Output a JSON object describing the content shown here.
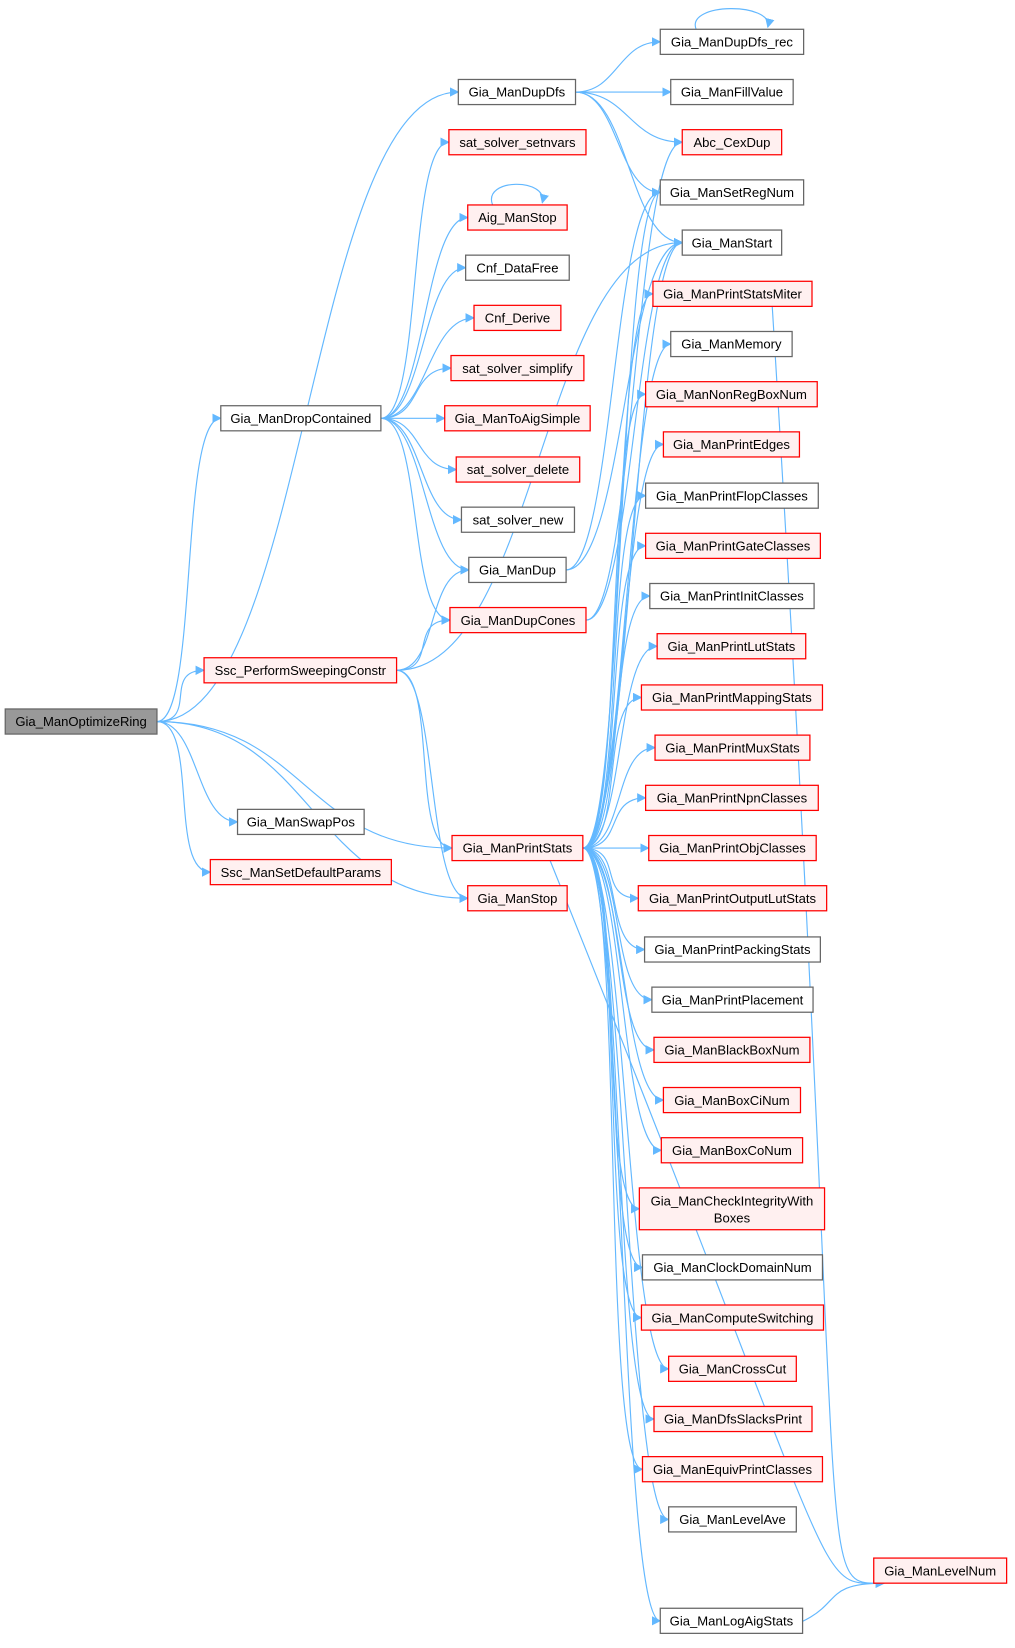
{
  "colors": {
    "edge": "#63b8ff",
    "root_fill": "#999999",
    "root_border": "#666666",
    "normal_fill": "#ffffff",
    "normal_border": "#666666",
    "truncated_fill": "#fff0f0",
    "truncated_border": "#ff0000"
  },
  "nodes": [
    {
      "id": "optimizeRing",
      "label": "Gia_ManOptimizeRing",
      "style": "root"
    },
    {
      "id": "dupDfs",
      "label": "Gia_ManDupDfs",
      "style": "normal"
    },
    {
      "id": "dupDfsRec",
      "label": "Gia_ManDupDfs_rec",
      "style": "normal"
    },
    {
      "id": "fillValue",
      "label": "Gia_ManFillValue",
      "style": "normal"
    },
    {
      "id": "cexDup",
      "label": "Abc_CexDup",
      "style": "truncated"
    },
    {
      "id": "setRegNum",
      "label": "Gia_ManSetRegNum",
      "style": "normal"
    },
    {
      "id": "manStart",
      "label": "Gia_ManStart",
      "style": "normal"
    },
    {
      "id": "printStatsMiter",
      "label": "Gia_ManPrintStatsMiter",
      "style": "truncated"
    },
    {
      "id": "memory",
      "label": "Gia_ManMemory",
      "style": "normal"
    },
    {
      "id": "nonRegBoxNum",
      "label": "Gia_ManNonRegBoxNum",
      "style": "truncated"
    },
    {
      "id": "printEdges",
      "label": "Gia_ManPrintEdges",
      "style": "truncated"
    },
    {
      "id": "printFlopClasses",
      "label": "Gia_ManPrintFlopClasses",
      "style": "normal"
    },
    {
      "id": "printGateClasses",
      "label": "Gia_ManPrintGateClasses",
      "style": "truncated"
    },
    {
      "id": "printInitClasses",
      "label": "Gia_ManPrintInitClasses",
      "style": "normal"
    },
    {
      "id": "printLutStats",
      "label": "Gia_ManPrintLutStats",
      "style": "truncated"
    },
    {
      "id": "printMappingStats",
      "label": "Gia_ManPrintMappingStats",
      "style": "truncated"
    },
    {
      "id": "printMuxStats",
      "label": "Gia_ManPrintMuxStats",
      "style": "truncated"
    },
    {
      "id": "printNpnClasses",
      "label": "Gia_ManPrintNpnClasses",
      "style": "truncated"
    },
    {
      "id": "printObjClasses",
      "label": "Gia_ManPrintObjClasses",
      "style": "truncated"
    },
    {
      "id": "printOutputLutStats",
      "label": "Gia_ManPrintOutputLutStats",
      "style": "truncated"
    },
    {
      "id": "printPackingStats",
      "label": "Gia_ManPrintPackingStats",
      "style": "normal"
    },
    {
      "id": "printPlacement",
      "label": "Gia_ManPrintPlacement",
      "style": "normal"
    },
    {
      "id": "blackBoxNum",
      "label": "Gia_ManBlackBoxNum",
      "style": "truncated"
    },
    {
      "id": "boxCiNum",
      "label": "Gia_ManBoxCiNum",
      "style": "truncated"
    },
    {
      "id": "boxCoNum",
      "label": "Gia_ManBoxCoNum",
      "style": "truncated"
    },
    {
      "id": "checkIntegrity",
      "label": "Gia_ManCheckIntegrityWithBoxes",
      "style": "truncated"
    },
    {
      "id": "clockDomainNum",
      "label": "Gia_ManClockDomainNum",
      "style": "normal"
    },
    {
      "id": "computeSwitching",
      "label": "Gia_ManComputeSwitching",
      "style": "truncated"
    },
    {
      "id": "crossCut",
      "label": "Gia_ManCrossCut",
      "style": "truncated"
    },
    {
      "id": "dfsSlacksPrint",
      "label": "Gia_ManDfsSlacksPrint",
      "style": "truncated"
    },
    {
      "id": "equivPrintClasses",
      "label": "Gia_ManEquivPrintClasses",
      "style": "truncated"
    },
    {
      "id": "levelAve",
      "label": "Gia_ManLevelAve",
      "style": "normal"
    },
    {
      "id": "levelNum",
      "label": "Gia_ManLevelNum",
      "style": "truncated"
    },
    {
      "id": "logAigStats",
      "label": "Gia_ManLogAigStats",
      "style": "normal"
    },
    {
      "id": "satSetnvars",
      "label": "sat_solver_setnvars",
      "style": "truncated"
    },
    {
      "id": "aigManStop",
      "label": "Aig_ManStop",
      "style": "truncated"
    },
    {
      "id": "cnfDataFree",
      "label": "Cnf_DataFree",
      "style": "normal"
    },
    {
      "id": "cnfDerive",
      "label": "Cnf_Derive",
      "style": "truncated"
    },
    {
      "id": "satSimplify",
      "label": "sat_solver_simplify",
      "style": "truncated"
    },
    {
      "id": "toAigSimple",
      "label": "Gia_ManToAigSimple",
      "style": "truncated"
    },
    {
      "id": "satDelete",
      "label": "sat_solver_delete",
      "style": "truncated"
    },
    {
      "id": "satNew",
      "label": "sat_solver_new",
      "style": "normal"
    },
    {
      "id": "manDup",
      "label": "Gia_ManDup",
      "style": "normal"
    },
    {
      "id": "dupCones",
      "label": "Gia_ManDupCones",
      "style": "truncated"
    },
    {
      "id": "printStats",
      "label": "Gia_ManPrintStats",
      "style": "truncated"
    },
    {
      "id": "manStop",
      "label": "Gia_ManStop",
      "style": "truncated"
    },
    {
      "id": "dropContained",
      "label": "Gia_ManDropContained",
      "style": "normal"
    },
    {
      "id": "sscPerform",
      "label": "Ssc_PerformSweepingConstr",
      "style": "truncated"
    },
    {
      "id": "swapPos",
      "label": "Gia_ManSwapPos",
      "style": "normal"
    },
    {
      "id": "sscDefault",
      "label": "Ssc_ManSetDefaultParams",
      "style": "truncated"
    }
  ],
  "edges": [
    [
      "optimizeRing",
      "dupDfs"
    ],
    [
      "optimizeRing",
      "dropContained"
    ],
    [
      "optimizeRing",
      "sscPerform"
    ],
    [
      "optimizeRing",
      "printStats"
    ],
    [
      "optimizeRing",
      "swapPos"
    ],
    [
      "optimizeRing",
      "sscDefault"
    ],
    [
      "optimizeRing",
      "manStop"
    ],
    [
      "dupDfs",
      "dupDfsRec"
    ],
    [
      "dupDfs",
      "fillValue"
    ],
    [
      "dupDfs",
      "cexDup"
    ],
    [
      "dupDfs",
      "setRegNum"
    ],
    [
      "dupDfs",
      "manStart"
    ],
    [
      "dupDfsRec",
      "dupDfsRec"
    ],
    [
      "aigManStop",
      "aigManStop"
    ],
    [
      "dropContained",
      "satSetnvars"
    ],
    [
      "dropContained",
      "aigManStop"
    ],
    [
      "dropContained",
      "cnfDataFree"
    ],
    [
      "dropContained",
      "cnfDerive"
    ],
    [
      "dropContained",
      "satSimplify"
    ],
    [
      "dropContained",
      "toAigSimple"
    ],
    [
      "dropContained",
      "satDelete"
    ],
    [
      "dropContained",
      "satNew"
    ],
    [
      "dropContained",
      "manDup"
    ],
    [
      "dropContained",
      "dupCones"
    ],
    [
      "sscPerform",
      "manDup"
    ],
    [
      "sscPerform",
      "dupCones"
    ],
    [
      "sscPerform",
      "printStats"
    ],
    [
      "sscPerform",
      "manStop"
    ],
    [
      "sscPerform",
      "manStart"
    ],
    [
      "manDup",
      "setRegNum"
    ],
    [
      "manDup",
      "manStart"
    ],
    [
      "dupCones",
      "cexDup"
    ],
    [
      "dupCones",
      "manStart"
    ],
    [
      "printStats",
      "setRegNum"
    ],
    [
      "printStats",
      "manStart"
    ],
    [
      "printStats",
      "printStatsMiter"
    ],
    [
      "printStats",
      "memory"
    ],
    [
      "printStats",
      "nonRegBoxNum"
    ],
    [
      "printStats",
      "printEdges"
    ],
    [
      "printStats",
      "printFlopClasses"
    ],
    [
      "printStats",
      "printGateClasses"
    ],
    [
      "printStats",
      "printInitClasses"
    ],
    [
      "printStats",
      "printLutStats"
    ],
    [
      "printStats",
      "printMappingStats"
    ],
    [
      "printStats",
      "printMuxStats"
    ],
    [
      "printStats",
      "printNpnClasses"
    ],
    [
      "printStats",
      "printObjClasses"
    ],
    [
      "printStats",
      "printOutputLutStats"
    ],
    [
      "printStats",
      "printPackingStats"
    ],
    [
      "printStats",
      "printPlacement"
    ],
    [
      "printStats",
      "blackBoxNum"
    ],
    [
      "printStats",
      "boxCiNum"
    ],
    [
      "printStats",
      "boxCoNum"
    ],
    [
      "printStats",
      "checkIntegrity"
    ],
    [
      "printStats",
      "clockDomainNum"
    ],
    [
      "printStats",
      "computeSwitching"
    ],
    [
      "printStats",
      "crossCut"
    ],
    [
      "printStats",
      "dfsSlacksPrint"
    ],
    [
      "printStats",
      "equivPrintClasses"
    ],
    [
      "printStats",
      "levelAve"
    ],
    [
      "printStats",
      "levelNum"
    ],
    [
      "printStats",
      "logAigStats"
    ],
    [
      "printStatsMiter",
      "levelNum"
    ],
    [
      "logAigStats",
      "levelNum"
    ]
  ]
}
